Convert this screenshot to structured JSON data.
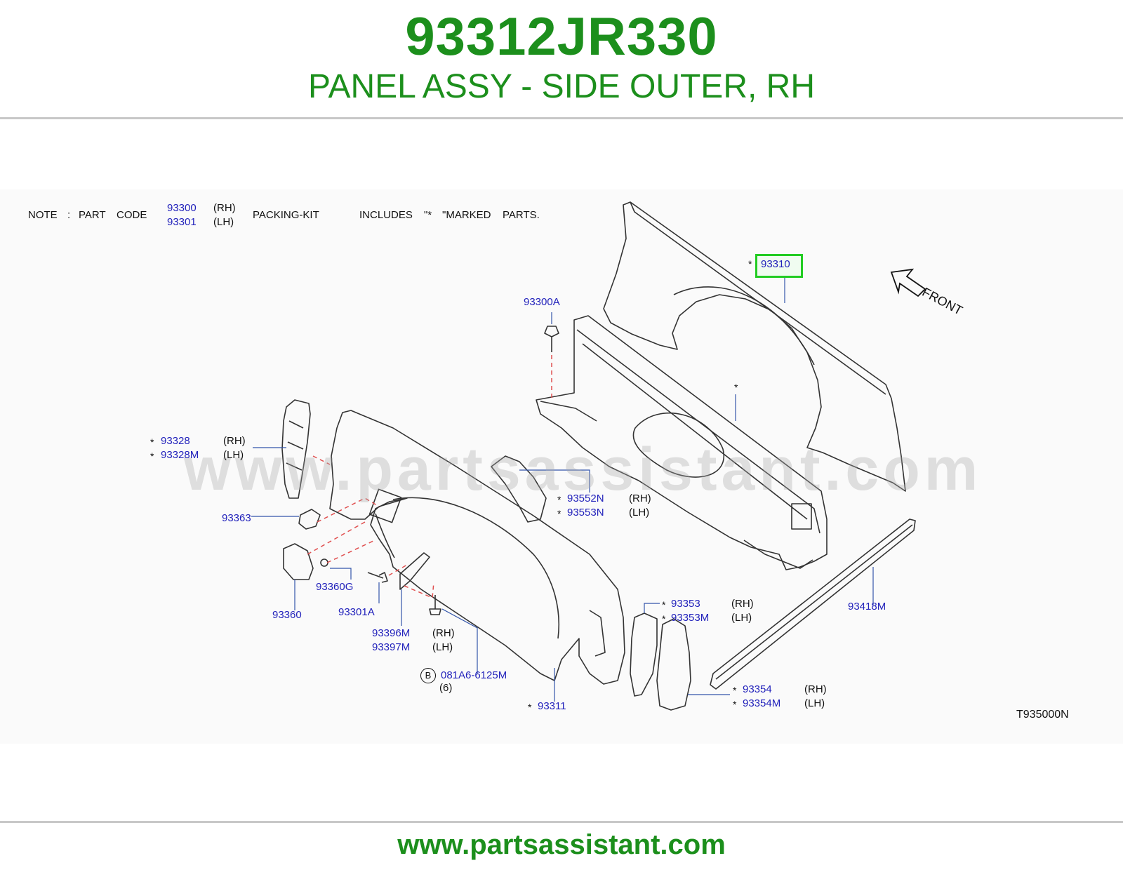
{
  "header": {
    "part_number": "93312JR330",
    "description": "PANEL ASSY - SIDE OUTER, RH"
  },
  "note": {
    "prefix": "NOTE",
    "colon": ":",
    "part": "PART",
    "code": "CODE",
    "code_rh": "93300",
    "side_rh": "(RH)",
    "code_lh": "93301",
    "side_lh": "(LH)",
    "packing_kit": "PACKING-KIT",
    "includes": "INCLUDES",
    "star_mark": "\"*",
    "marked": "\"MARKED",
    "parts": "PARTS."
  },
  "watermark": "www.partsassistant.com",
  "front_label": "FRONT",
  "figure_code": "T935000N",
  "callouts": {
    "p93310": "93310",
    "p93300A": "93300A",
    "p93328": "93328",
    "p93328_side": "(RH)",
    "p93328M": "93328M",
    "p93328M_side": "(LH)",
    "p93363": "93363",
    "p93552N": "93552N",
    "p93552N_side": "(RH)",
    "p93553N": "93553N",
    "p93553N_side": "(LH)",
    "p93360G": "93360G",
    "p93360": "93360",
    "p93301A": "93301A",
    "p93396M": "93396M",
    "p93396M_side": "(RH)",
    "p93397M": "93397M",
    "p93397M_side": "(LH)",
    "b_marker": "B",
    "p081A6": "081A6-6125M",
    "p081A6_qty": "(6)",
    "p93311": "93311",
    "p93353": "93353",
    "p93353_side": "(RH)",
    "p93353M": "93353M",
    "p93353M_side": "(LH)",
    "p93354": "93354",
    "p93354_side": "(RH)",
    "p93354M": "93354M",
    "p93354M_side": "(LH)",
    "p93418M": "93418M",
    "star": "*"
  },
  "footer": {
    "url": "www.partsassistant.com"
  },
  "colors": {
    "brand_green": "#1c8f1c",
    "callout_blue": "#2222bb",
    "highlight_green": "#22cc22"
  }
}
